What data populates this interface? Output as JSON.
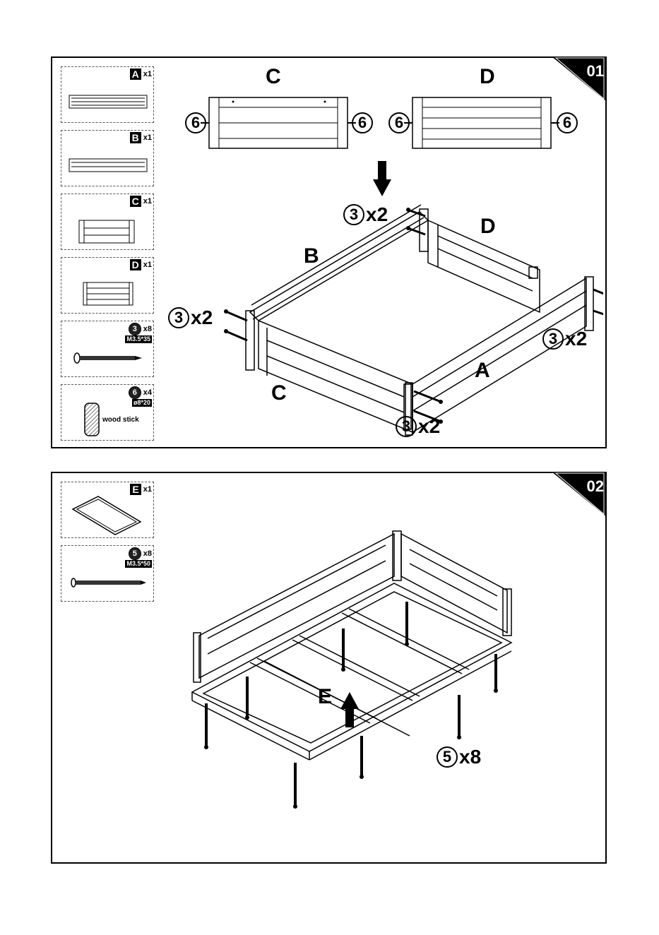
{
  "step1": {
    "number": "01",
    "parts": [
      {
        "letter": "A",
        "qty": "x1"
      },
      {
        "letter": "B",
        "qty": "x1"
      },
      {
        "letter": "C",
        "qty": "x1"
      },
      {
        "letter": "D",
        "qty": "x1"
      },
      {
        "num": "3",
        "qty": "x8",
        "size": "M3.5*35"
      },
      {
        "num": "6",
        "qty": "x4",
        "size": "ø8*20",
        "note": "wood stick"
      }
    ],
    "board_labels": {
      "c_top": "C",
      "d_top": "D",
      "b": "B",
      "d": "D",
      "c": "C",
      "a": "A"
    },
    "dowel_num": "6",
    "screw_callouts": [
      {
        "num": "3",
        "qty": "x2"
      },
      {
        "num": "3",
        "qty": "x2"
      },
      {
        "num": "3",
        "qty": "x2"
      },
      {
        "num": "3",
        "qty": "x2"
      }
    ]
  },
  "step2": {
    "number": "02",
    "parts": [
      {
        "letter": "E",
        "qty": "x1"
      },
      {
        "num": "5",
        "qty": "x8",
        "size": "M3.5*50"
      }
    ],
    "board_label": "E",
    "screw_callout": {
      "num": "5",
      "qty": "x8"
    }
  }
}
